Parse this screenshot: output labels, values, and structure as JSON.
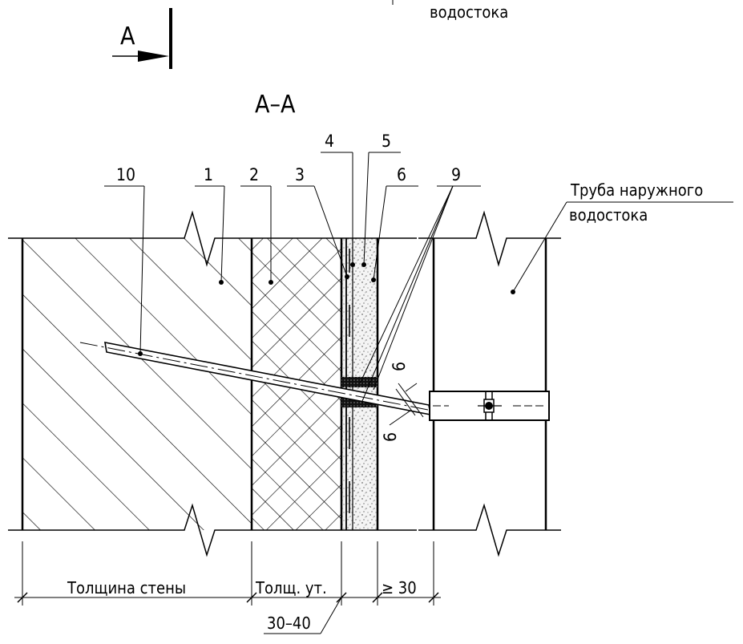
{
  "header": {
    "top_caption": "водостока"
  },
  "section": {
    "arrow_letter": "A",
    "title": "A–A"
  },
  "callouts": {
    "c10": "10",
    "c1": "1",
    "c2": "2",
    "c3": "3",
    "c4": "4",
    "c5": "5",
    "c6": "6",
    "c9": "9"
  },
  "pipe_label": {
    "line1": "Труба наружного",
    "line2": "водостока"
  },
  "dims": {
    "gap_upper": "6",
    "gap_lower": "6",
    "wall": "Толщина стены",
    "insulation": "Толщ. ут.",
    "plaster": "30–40",
    "clearance": "≥ 30"
  }
}
